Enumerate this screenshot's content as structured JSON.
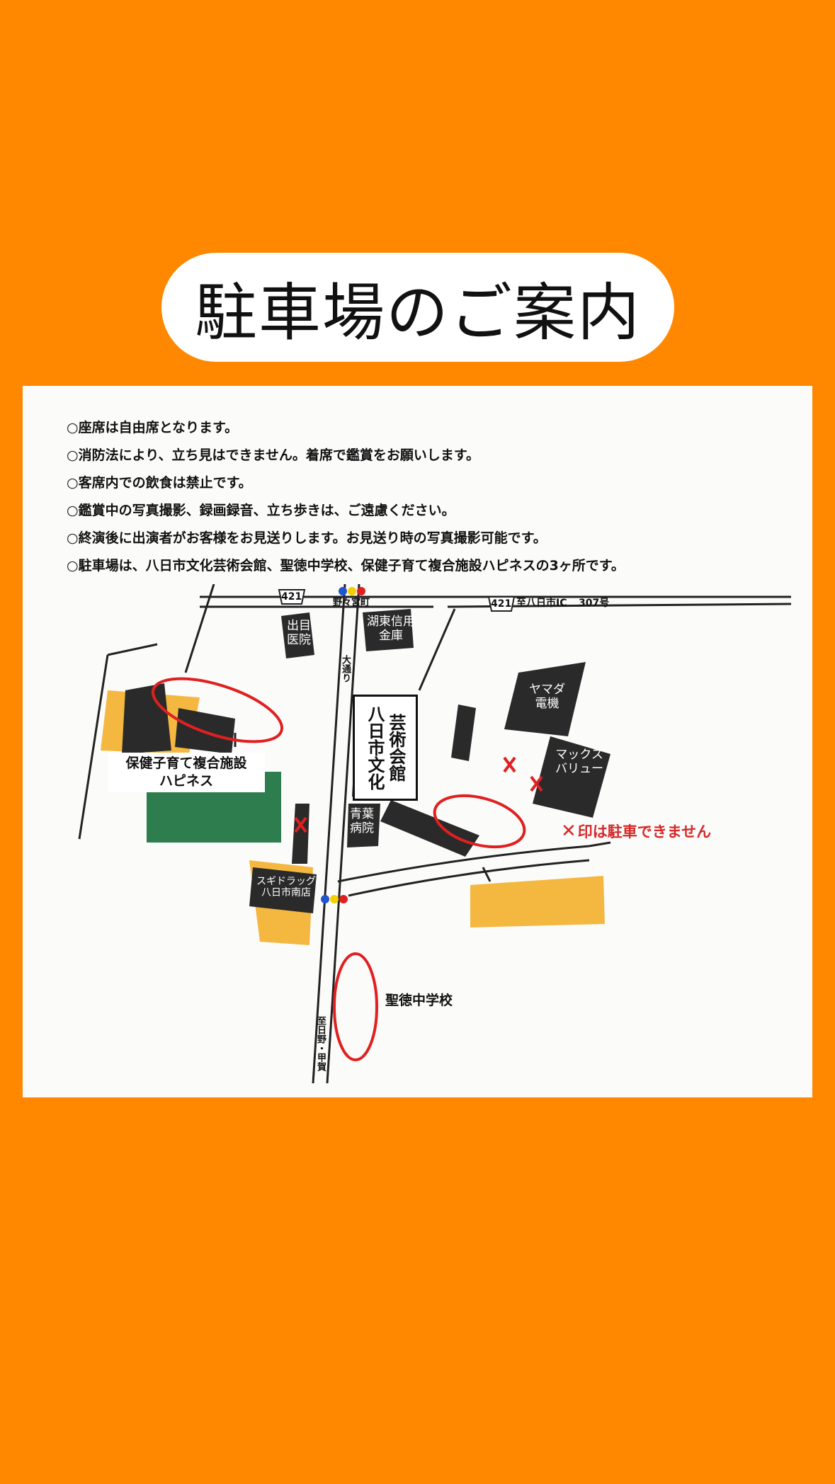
{
  "title": "駐車場のご案内",
  "notes": [
    "○座席は自由席となります。",
    "○消防法により、立ち見はできません。着席で鑑賞をお願いします。",
    "○客席内での飲食は禁止です。",
    "○鑑賞中の写真撮影、録画録音、立ち歩きは、ご遠慮ください。",
    "○終演後に出演者がお客様をお見送りします。お見送り時の写真撮影可能です。",
    "○駐車場は、八日市文化芸術会館、聖徳中学校、保健子育て複合施設ハピネスの3ヶ所です。"
  ],
  "map": {
    "route_421_a": "421",
    "route_421_b": "421",
    "nonomiya": "野々宮町",
    "to_ic": "至八日市IC",
    "route_307": "307号",
    "kotou_bank": [
      "湖東信用",
      "金庫"
    ],
    "deme_clinic": [
      "出目",
      "医院"
    ],
    "odori": "大通り",
    "hall": [
      "八日市文化",
      "芸術会館"
    ],
    "yamada": [
      "ヤマダ",
      "電機"
    ],
    "max_value": [
      "マックス",
      "バリュー"
    ],
    "happiness": [
      "保健子育て複合施設",
      "ハピネス"
    ],
    "aoba_hospital": [
      "青葉",
      "病院"
    ],
    "no_parking": "印は駐車できません",
    "sugi": [
      "スギドラッグ",
      "八日市南店"
    ],
    "shotoku": "聖徳中学校",
    "to_hino": "至日野・甲賀"
  },
  "colors": {
    "background": "#ff8800",
    "parking_circle": "#e02020",
    "building": "#2a2a2a",
    "green_area": "#2e7d4f",
    "parking_fill": "#f4b840"
  }
}
